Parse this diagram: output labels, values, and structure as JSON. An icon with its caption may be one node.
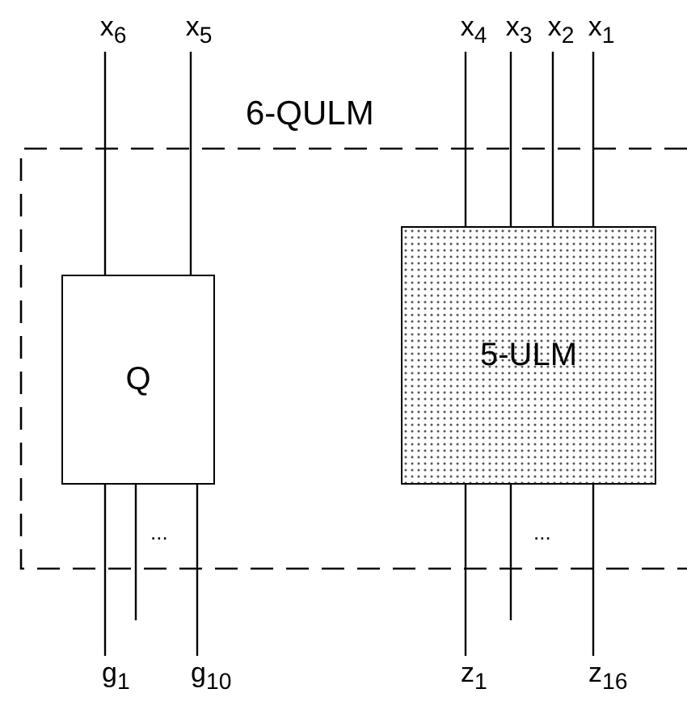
{
  "diagram": {
    "nodes": [
      {
        "text": [
          "6-QULM"
        ]
      },
      {
        "text": [
          "x$_{6}$"
        ]
      },
      {
        "text": [
          "x$_{5}$"
        ]
      },
      {
        "text": [
          "x$_{4}$"
        ]
      },
      {
        "text": [
          "x$_{3}$"
        ]
      },
      {
        "text": [
          "x$_{2}$"
        ]
      },
      {
        "text": [
          "x$_{1}$"
        ]
      },
      {
        "text": [
          "Q"
        ],
        "in": 0
      },
      {
        "text": [
          "5-ULM"
        ],
        "in": 0
      },
      {
        "text": [
          "g$_{1}$"
        ]
      },
      {
        "text": [
          "g$_{10}$"
        ]
      },
      {
        "text": [
          "z$_{1}$"
        ]
      },
      {
        "text": [
          "z$_{16}$"
        ]
      }
    ],
    "edges": [
      {
        "from": 1,
        "to": 7,
        "arrow": "none"
      },
      {
        "from": 2,
        "to": 7,
        "arrow": "none"
      },
      {
        "from": 3,
        "to": 8,
        "arrow": "none"
      },
      {
        "from": 4,
        "to": 8,
        "arrow": "none"
      },
      {
        "from": 5,
        "to": 8,
        "arrow": "none"
      },
      {
        "from": 6,
        "to": 8,
        "arrow": "none"
      },
      {
        "from": 7,
        "to": 9,
        "arrow": "none"
      },
      {
        "from": 7,
        "to": null,
        "arrow": "none"
      },
      {
        "from": 7,
        "to": 10,
        "arrow": "none"
      },
      {
        "from": 8,
        "to": 11,
        "arrow": "none"
      },
      {
        "from": 8,
        "to": null,
        "arrow": "none"
      },
      {
        "from": 8,
        "to": 12,
        "arrow": "none"
      }
    ],
    "labels": [
      "...",
      "..."
    ]
  }
}
